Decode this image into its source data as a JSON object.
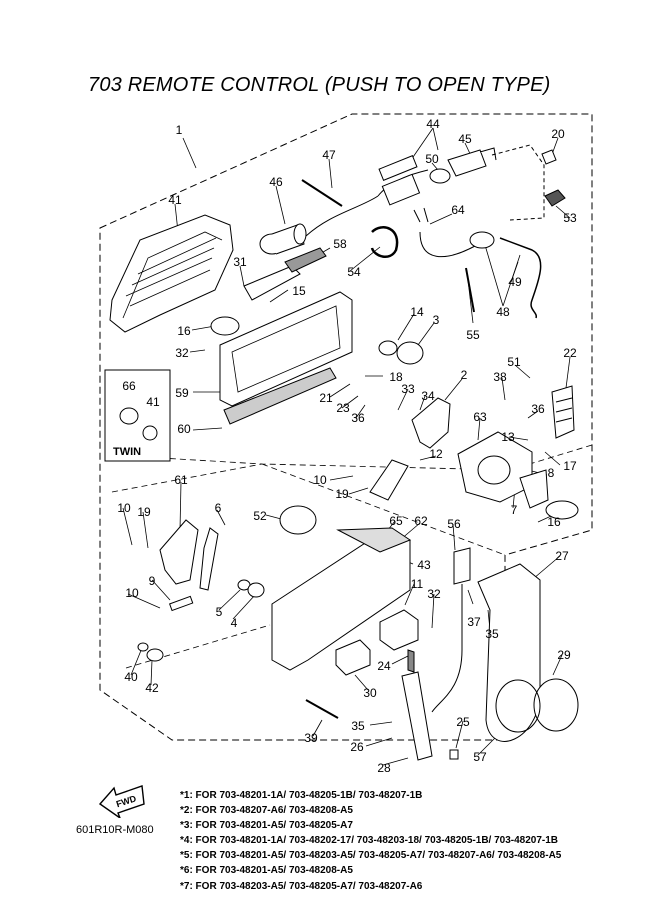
{
  "title": "703 REMOTE CONTROL (PUSH TO OPEN TYPE)",
  "twin_label": "TWIN",
  "fwd_label": "FWD",
  "diagram_code": "601R10R-M080",
  "callouts": [
    "1",
    "44",
    "45",
    "20",
    "47",
    "46",
    "50",
    "41",
    "64",
    "53",
    "58",
    "31",
    "15",
    "54",
    "49",
    "55",
    "48",
    "14",
    "3",
    "16",
    "32",
    "51",
    "22",
    "66",
    "41",
    "59",
    "18",
    "33",
    "34",
    "2",
    "38",
    "21",
    "23",
    "36",
    "36",
    "63",
    "60",
    "13",
    "12",
    "10",
    "19",
    "17",
    "8",
    "7",
    "61",
    "10",
    "19",
    "6",
    "52",
    "65",
    "62",
    "16",
    "56",
    "27",
    "43",
    "9",
    "11",
    "37",
    "10",
    "32",
    "35",
    "5",
    "4",
    "29",
    "40",
    "42",
    "24",
    "30",
    "35",
    "39",
    "25",
    "26",
    "57",
    "28"
  ],
  "notes": [
    "*1: FOR 703-48201-1A/ 703-48205-1B/ 703-48207-1B",
    "*2: FOR 703-48207-A6/ 703-48208-A5",
    "*3: FOR 703-48201-A5/ 703-48205-A7",
    "*4: FOR 703-48201-1A/ 703-48202-17/ 703-48203-18/ 703-48205-1B/ 703-48207-1B",
    "*5: FOR 703-48201-A5/ 703-48203-A5/ 703-48205-A7/ 703-48207-A6/ 703-48208-A5",
    "*6: FOR 703-48201-A5/ 703-48208-A5",
    "*7: FOR 703-48203-A5/ 703-48205-A7/ 703-48207-A6"
  ]
}
